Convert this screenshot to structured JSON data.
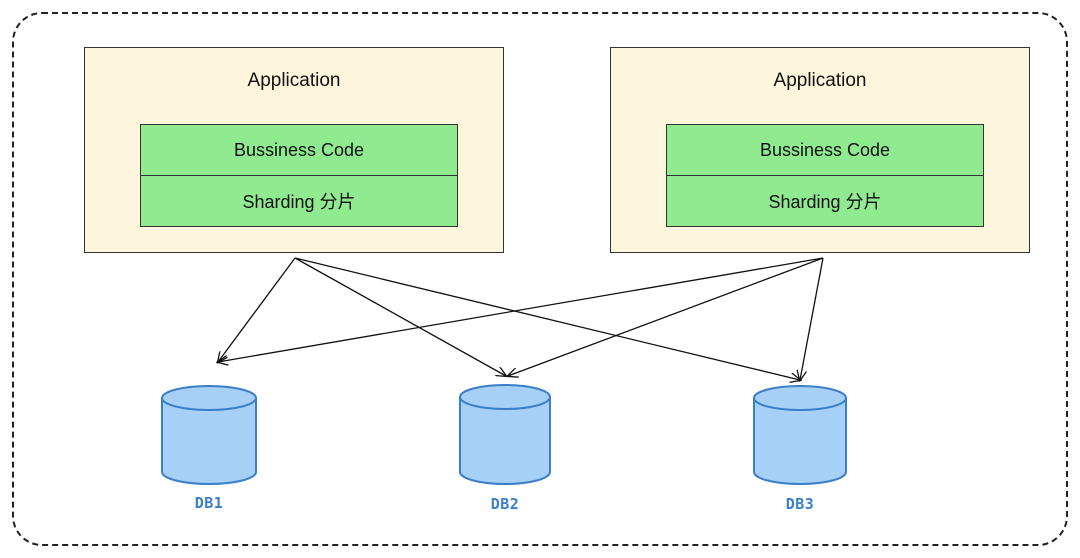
{
  "apps": [
    {
      "title": "Application",
      "layers": [
        "Bussiness Code",
        "Sharding 分片"
      ]
    },
    {
      "title": "Application",
      "layers": [
        "Bussiness Code",
        "Sharding 分片"
      ]
    }
  ],
  "databases": [
    {
      "label": "DB1"
    },
    {
      "label": "DB2"
    },
    {
      "label": "DB3"
    }
  ],
  "colors": {
    "app_fill": "#fdf5dc",
    "layer_fill": "#90ea90",
    "db_fill": "#a6d0f5",
    "db_stroke": "#3b7fc9",
    "arrow": "#111111"
  }
}
